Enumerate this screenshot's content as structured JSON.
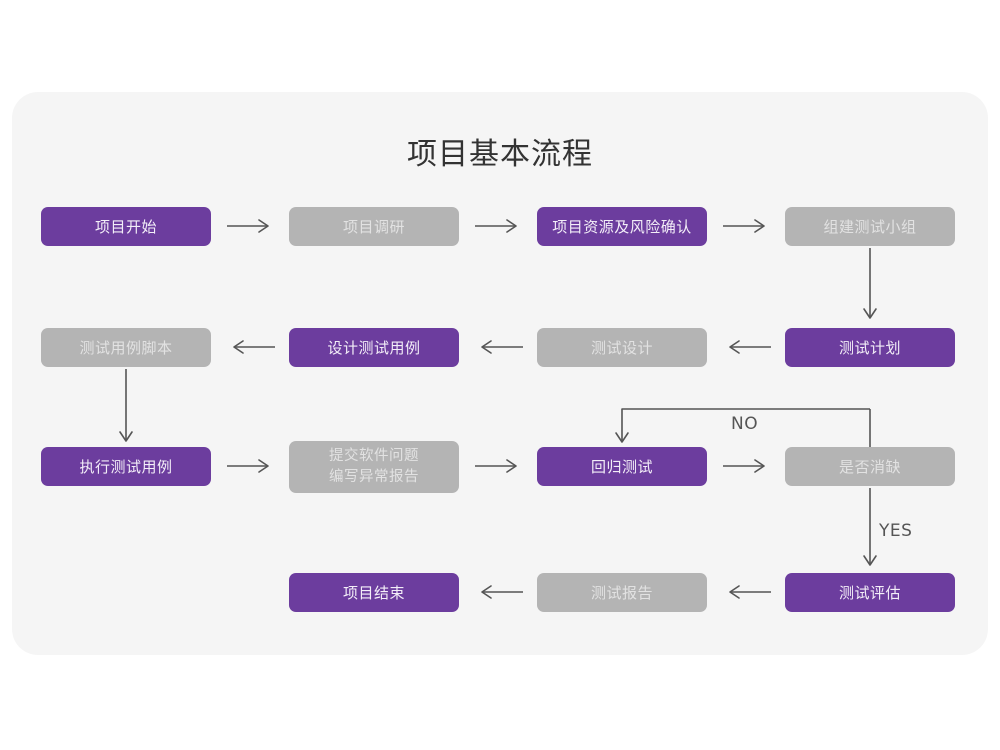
{
  "panel": {
    "background_color": "#f5f5f5",
    "page_background_color": "#ffffff"
  },
  "title": "项目基本流程",
  "colors": {
    "purple": "#6c3d9e",
    "purple_text": "#f3eef8",
    "gray": "#b4b4b4",
    "gray_text": "#e2e2e2",
    "arrow": "#555555",
    "title_text": "#333333"
  },
  "chart_data": {
    "type": "diagram",
    "title": "项目基本流程",
    "nodes": [
      {
        "id": "n1",
        "label": "项目开始",
        "style": "purple",
        "row": 1,
        "col": 1
      },
      {
        "id": "n2",
        "label": "项目调研",
        "style": "gray",
        "row": 1,
        "col": 2
      },
      {
        "id": "n3",
        "label": "项目资源及风险确认",
        "style": "purple",
        "row": 1,
        "col": 3
      },
      {
        "id": "n4",
        "label": "组建测试小组",
        "style": "gray",
        "row": 1,
        "col": 4
      },
      {
        "id": "n5",
        "label": "测试计划",
        "style": "purple",
        "row": 2,
        "col": 4
      },
      {
        "id": "n6",
        "label": "测试设计",
        "style": "gray",
        "row": 2,
        "col": 3
      },
      {
        "id": "n7",
        "label": "设计测试用例",
        "style": "purple",
        "row": 2,
        "col": 2
      },
      {
        "id": "n8",
        "label": "测试用例脚本",
        "style": "gray",
        "row": 2,
        "col": 1
      },
      {
        "id": "n9",
        "label": "执行测试用例",
        "style": "purple",
        "row": 3,
        "col": 1
      },
      {
        "id": "n10",
        "label": "提交软件问题\n编写异常报告",
        "style": "gray",
        "row": 3,
        "col": 2
      },
      {
        "id": "n11",
        "label": "回归测试",
        "style": "purple",
        "row": 3,
        "col": 3
      },
      {
        "id": "n12",
        "label": "是否消缺",
        "style": "gray",
        "row": 3,
        "col": 4
      },
      {
        "id": "n13",
        "label": "测试评估",
        "style": "purple",
        "row": 4,
        "col": 4
      },
      {
        "id": "n14",
        "label": "测试报告",
        "style": "gray",
        "row": 4,
        "col": 3
      },
      {
        "id": "n15",
        "label": "项目结束",
        "style": "purple",
        "row": 4,
        "col": 2
      }
    ],
    "edges": [
      {
        "from": "n1",
        "to": "n2",
        "label": "",
        "direction": "right"
      },
      {
        "from": "n2",
        "to": "n3",
        "label": "",
        "direction": "right"
      },
      {
        "from": "n3",
        "to": "n4",
        "label": "",
        "direction": "right"
      },
      {
        "from": "n4",
        "to": "n5",
        "label": "",
        "direction": "down"
      },
      {
        "from": "n5",
        "to": "n6",
        "label": "",
        "direction": "left"
      },
      {
        "from": "n6",
        "to": "n7",
        "label": "",
        "direction": "left"
      },
      {
        "from": "n7",
        "to": "n8",
        "label": "",
        "direction": "left"
      },
      {
        "from": "n8",
        "to": "n9",
        "label": "",
        "direction": "down"
      },
      {
        "from": "n9",
        "to": "n10",
        "label": "",
        "direction": "right"
      },
      {
        "from": "n10",
        "to": "n11",
        "label": "",
        "direction": "right"
      },
      {
        "from": "n11",
        "to": "n12",
        "label": "",
        "direction": "right"
      },
      {
        "from": "n12",
        "to": "n11",
        "label": "NO",
        "direction": "elbow-up-left"
      },
      {
        "from": "n12",
        "to": "n13",
        "label": "YES",
        "direction": "down"
      },
      {
        "from": "n13",
        "to": "n14",
        "label": "",
        "direction": "left"
      },
      {
        "from": "n14",
        "to": "n15",
        "label": "",
        "direction": "left"
      }
    ],
    "edge_labels": {
      "no": "NO",
      "yes": "YES"
    }
  }
}
